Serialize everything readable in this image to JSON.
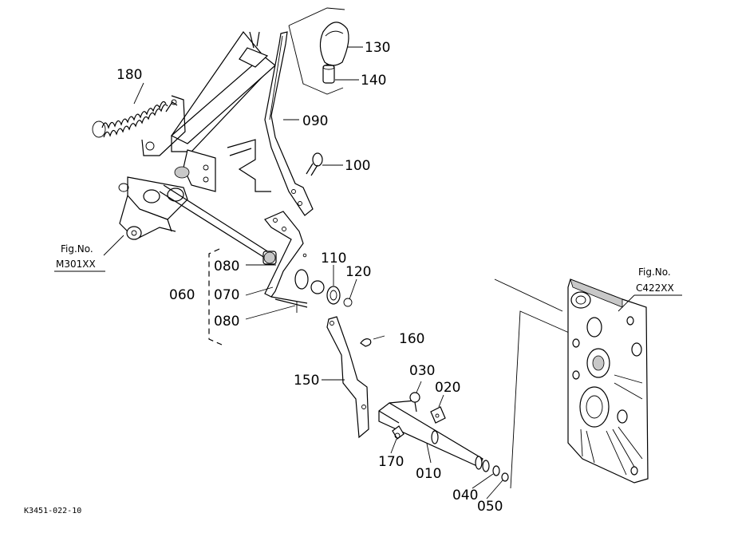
{
  "colors": {
    "line": "#000000",
    "background": "#ffffff",
    "shade": "#c8c8c8"
  },
  "parts": [
    {
      "id": "p010",
      "label": "010"
    },
    {
      "id": "p020",
      "label": "020"
    },
    {
      "id": "p030",
      "label": "030"
    },
    {
      "id": "p040",
      "label": "040"
    },
    {
      "id": "p050",
      "label": "050"
    },
    {
      "id": "p060",
      "label": "060"
    },
    {
      "id": "p070",
      "label": "070"
    },
    {
      "id": "p080a",
      "label": "080"
    },
    {
      "id": "p080b",
      "label": "080"
    },
    {
      "id": "p090",
      "label": "090"
    },
    {
      "id": "p100",
      "label": "100"
    },
    {
      "id": "p110",
      "label": "110"
    },
    {
      "id": "p120",
      "label": "120"
    },
    {
      "id": "p130",
      "label": "130"
    },
    {
      "id": "p140",
      "label": "140"
    },
    {
      "id": "p150",
      "label": "150"
    },
    {
      "id": "p160",
      "label": "160"
    },
    {
      "id": "p170",
      "label": "170"
    },
    {
      "id": "p180",
      "label": "180"
    }
  ],
  "fig_refs": {
    "left": {
      "title": "Fig.No.",
      "code": "M301XX"
    },
    "right": {
      "title": "Fig.No.",
      "code": "C422XX"
    }
  },
  "drawing_code": "K3451-022-10"
}
